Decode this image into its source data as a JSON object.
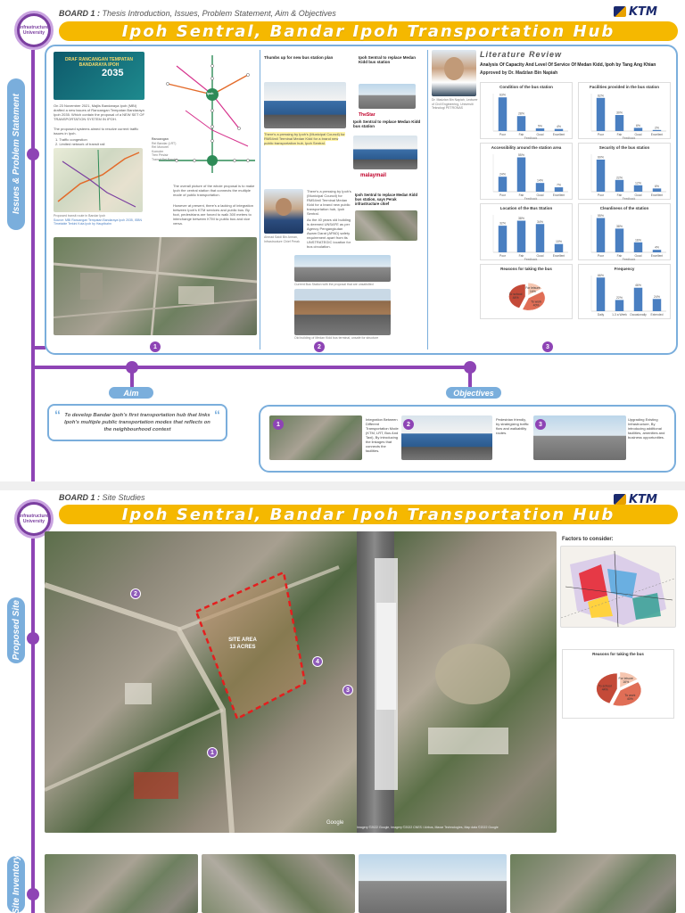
{
  "board1": {
    "label_prefix": "BOARD 1 :",
    "label_text": "Thesis Introduction, Issues, Problem Statement, Aim & Objectives",
    "title": "Ipoh Sentral, Bandar Ipoh Transportation Hub",
    "ktm": "KTM",
    "logo": "Infrastructure University",
    "side_label": "Issues & Problem Statement",
    "section_numbers": [
      "1",
      "2",
      "3"
    ],
    "col1": {
      "poster_title": "DRAF RANCANGAN TEMPATAN BANDARAYA IPOH",
      "poster_year": "2035",
      "para1": "On 23 November 2021, Majlis Bandaraya Ipoh (MBI) drafted a new issues of Rancangan Tempatan Bandaraya Ipoh 2035. Which contain the proposal of a NEW SET OF TRANSPORTATION SYSTEM IN IPOH.",
      "para2": "The proposed systems aimed to resolve current traffic issues in Ipoh.",
      "list": [
        "1.  Traffic congestion",
        "2.  Limited network of transit rail"
      ],
      "map_caption": "Proposed transit route in Bandar Ipoh",
      "map_source": "Source: MBI Rancangan Tempatan Bandaraya Ipoh 2035, ISBN Timetable Terkini Kota Ipoh by Hauptbahn",
      "network_para1": "The overall picture of the whole proposal is to make Ipoh the central station that connects the multiple mode of public transportation.",
      "network_para2": "However at present, there's a lacking of integration between Ipoh's KTM services and public bus. By foot, pedestrians are forced to walk 300 meters to interchange between KTM to public bus and vice versa.",
      "network_legend": [
        "Rel Bandar (LRT)",
        "Rel Monorel",
        "Komuter",
        "Tren Pesisir",
        "Transit Rel Bandar"
      ],
      "network_title": "Rancangan"
    },
    "col2": {
      "headline1": "Thumbs up for new bus station plan",
      "headline2": "Ipoh Sentral to replace Medan Kidd bus station",
      "source_star": "TheStar",
      "headline3": "Ipoh Sentral to replace Medan Kidd bus station",
      "source_mp": "malaymail",
      "headline4": "Ipoh Sentral to replace Medan Kidd bus station, says Perak infrastructure chief",
      "quote": "There's a pressing by Ipoh's (Municipal Council) for RM54mil Terminal Medan Kidd for a brand new public transportation hub, Ipoh Sentral.",
      "quote2": "As the 40 years old building is deemed UNSAFE as per Agency Pengangkutan Awam Darat (APAD) safety requirement apart from its UNSTRATEGIC location for bus circulation.",
      "person_caption": "Ahmad Saidi Bin Amran, Infrastructure Chief Perak",
      "photo_caption1": "Current Bus Station with the proposal that are unsatisfied",
      "photo_caption2": "Old building of Medan Kidd bus terminal, unsafe for structure"
    },
    "col3": {
      "section_title": "Literature Review",
      "paper_title": "Analysis Of Capacity And Level Of Service Of Medan Kidd, Ipoh by Tang Ang Khian",
      "approved": "Approved by Dr. Madzlan Bin Napiah",
      "person_caption": "Dr. Madzlan Bin Napiah, Lecturer of Civil Engineering, Universiti Teknologi PETRONAS"
    },
    "aim_label": "Aim",
    "objectives_label": "Objectives",
    "aim_text": "To develop Bandar Ipoh's first transportation hub that links Ipoh's multiple public transportation modes that reflects on the neighbourhood context",
    "objectives": [
      {
        "num": "1",
        "text": "Integration Between Different Transportation Mode (KTM, LRT, Bus And Taxi), By introducing the linkages that connects the facilities."
      },
      {
        "num": "2",
        "text": "Pedestrian friendly, by strategizing traffic flow and walkability routes."
      },
      {
        "num": "3",
        "text": "Upgrading Existing Infrastructure, By introducing additional facilities, amenities and business opportunities."
      }
    ]
  },
  "board2": {
    "label_prefix": "BOARD 1 :",
    "label_text": "Site Studies",
    "title": "Ipoh Sentral, Bandar Ipoh Transportation Hub",
    "ktm": "KTM",
    "logo": "Infrastructure University",
    "side_label_1": "Proposed Site",
    "side_label_2": "Site Inventory",
    "site_area": "SITE AREA",
    "site_size": "13 ACRES",
    "site_numbers": [
      "1",
      "2",
      "3",
      "4"
    ],
    "factors_title": "Factors to consider:",
    "google": "Google",
    "attribution": "Imagery ©2022 Google, Imagery ©2022 CNES / Airbus, Maxar Technologies, Map data ©2022 Google"
  },
  "chart_data": [
    {
      "type": "bar",
      "title": "Condition of the bus station",
      "categories": [
        "Poor",
        "Fair",
        "Good",
        "Excellent"
      ],
      "values": [
        63,
        28,
        5,
        4
      ],
      "ylim": [
        0,
        70
      ],
      "xlabel": "Feedback",
      "color": "#4a7fc1"
    },
    {
      "type": "bar",
      "title": "Facilities provided in the bus station",
      "categories": [
        "Poor",
        "Fair",
        "Good",
        "Excellent"
      ],
      "values": [
        62,
        30,
        6,
        2
      ],
      "ylim": [
        0,
        70
      ],
      "xlabel": "Feedback",
      "color": "#4a7fc1"
    },
    {
      "type": "bar",
      "title": "Accessibility around the station area",
      "categories": [
        "Poor",
        "Fair",
        "Good",
        "Excellent"
      ],
      "values": [
        24,
        55,
        14,
        7
      ],
      "ylim": [
        0,
        60
      ],
      "xlabel": "Feedback",
      "color": "#4a7fc1"
    },
    {
      "type": "bar",
      "title": "Security of the bus station",
      "categories": [
        "Poor",
        "Fair",
        "Good",
        "Excellent"
      ],
      "values": [
        60,
        22,
        12,
        6
      ],
      "ylim": [
        0,
        70
      ],
      "xlabel": "Feedback",
      "color": "#4a7fc1"
    },
    {
      "type": "bar",
      "title": "Location of the Bus Station",
      "categories": [
        "Poor",
        "Fair",
        "Good",
        "Excellent"
      ],
      "values": [
        32,
        38,
        34,
        10
      ],
      "ylim": [
        0,
        45
      ],
      "xlabel": "Feedback",
      "color": "#4a7fc1"
    },
    {
      "type": "bar",
      "title": "Cleanliness of the station",
      "categories": [
        "Poor",
        "Fair",
        "Good",
        "Excellent"
      ],
      "values": [
        55,
        38,
        16,
        4
      ],
      "ylim": [
        0,
        60
      ],
      "xlabel": "Feedback",
      "color": "#4a7fc1"
    },
    {
      "type": "pie",
      "title": "Reasons for taking the bus",
      "categories": [
        "For leisure",
        "To work",
        "To school"
      ],
      "values": [
        16,
        40,
        44
      ],
      "colors": [
        "#f6c6b0",
        "#e06e56",
        "#c44a38"
      ]
    },
    {
      "type": "bar",
      "title": "Frequency",
      "categories": [
        "Daily",
        "1-3 a Week",
        "Occasionally",
        "Extended"
      ],
      "values": [
        66,
        22,
        46,
        24
      ],
      "ylim": [
        0,
        70
      ],
      "xlabel": "",
      "color": "#4a7fc1"
    },
    {
      "type": "pie",
      "title": "Reasons for taking the bus",
      "categories": [
        "For leisure",
        "To work",
        "To school"
      ],
      "values": [
        16,
        40,
        44
      ],
      "colors": [
        "#f6c6b0",
        "#e06e56",
        "#c44a38"
      ]
    }
  ]
}
